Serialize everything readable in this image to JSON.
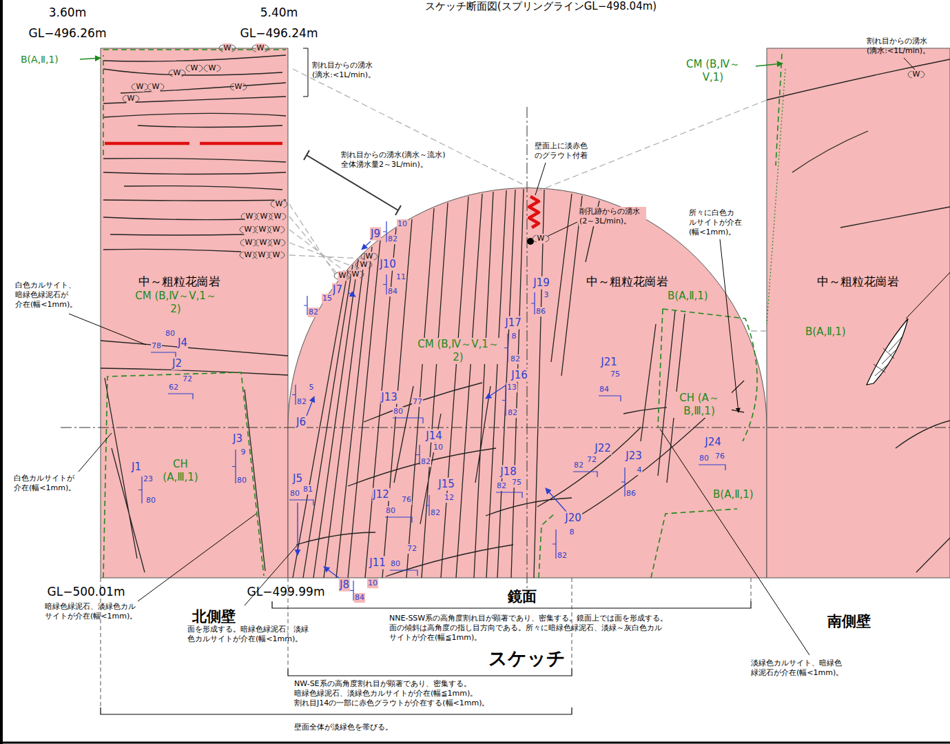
{
  "diagram": {
    "title": "スケッチ断面図(スプリングラインGL−498.04m)",
    "nodes": [
      {
        "text": [
          "中～粗粒花崗岩"
        ]
      },
      {
        "text": [
          "中～粗粒花崗岩"
        ]
      },
      {
        "text": [
          "中～粗粒花崗岩"
        ]
      }
    ],
    "labels": [
      "3.60m",
      "GL−496.26m",
      "5.40m",
      "GL−496.24m",
      "割れ目からの湧水 (滴水:<1L/min)。",
      "割れ目からの湧水(滴水～流水) 全体湧水量2～3L/min)。",
      "壁面上に淡赤色 のグラウト付着",
      "削孔跡からの湧水 (2～3L/min)。",
      "所々に白色カ ルサイトが介在 (幅<1mm)。",
      "割れ目からの湧水 (滴水:<1L/min)。",
      "白色カルサイト、 暗緑色緑泥石が 介在(幅<1mm)。",
      "白色カルサイトが 介在(幅<1mm)。",
      "暗緑色緑泥石、淡緑色カル サイトが介在(幅<1mm)。",
      "面を形成する。暗緑色緑泥石、淡緑 色カルサイトが介在(幅<1mm)。",
      "NNE-SSW系の高角度割れ目が顕著であり、密集する。鏡面上では面を形成する。 面の傾斜は高角度の指し目方向である。所々に暗緑色緑泥石、淡緑～灰白色カル サイトが介在(幅≦1mm)。",
      "NW-SE系の高角度割れ目が顕著であり、密集する。 暗緑色緑泥石、淡緑色カルサイトが介在(幅≦1mm)。 割れ目J14の一部に赤色グラウトが介在する(幅<1mm)。",
      "淡緑色カルサイト、暗緑色 緑泥石が介在(幅<1mm)。",
      "壁面全体が淡緑色を帯びる。",
      "B(A,Ⅱ,1)",
      "CM (B,Ⅳ～Ⅴ,1～2)",
      "CH (A,Ⅲ,1)",
      "CM (B,Ⅳ～Ⅴ,1～2)",
      "CM (B,Ⅳ～Ⅴ,1)",
      "B(A,Ⅱ,1)",
      "CH (A～B,Ⅲ,1)",
      "B(A,Ⅱ,1)",
      "B(A,Ⅱ,1)",
      "GL−500.01m",
      "GL−499.99m",
      "鏡面",
      "北側壁",
      "南側壁",
      "スケッチ",
      "J1",
      "23",
      "80",
      "J2",
      "72",
      "62",
      "J3",
      "9",
      "80",
      "J4",
      "80",
      "78",
      "J5",
      "80",
      "81",
      "J6",
      "5",
      "82",
      "J7",
      "15",
      "82",
      "J8",
      "10",
      "84",
      "J9",
      "10",
      "82",
      "J10",
      "11",
      "84",
      "J11",
      "72",
      "80",
      "J12",
      "76",
      "80",
      "J13",
      "77",
      "80",
      "J14",
      "10",
      "82",
      "J15",
      "12",
      "82",
      "J16",
      "13",
      "82",
      "J17",
      "8",
      "82",
      "J18",
      "82",
      "75",
      "J19",
      "3",
      "86",
      "J20",
      "8",
      "82",
      "J21",
      "75",
      "84",
      "J22",
      "72",
      "82",
      "J23",
      "4",
      "86",
      "J24",
      "80",
      "76",
      "W",
      "W",
      "W",
      "W",
      "W",
      "W",
      "W",
      "W",
      "W",
      "W",
      "W",
      "W",
      "W",
      "W",
      "W",
      "W",
      "W",
      "W",
      "W",
      "W",
      "W",
      "W",
      "W",
      "W",
      "W",
      "W",
      "W",
      "W"
    ]
  }
}
